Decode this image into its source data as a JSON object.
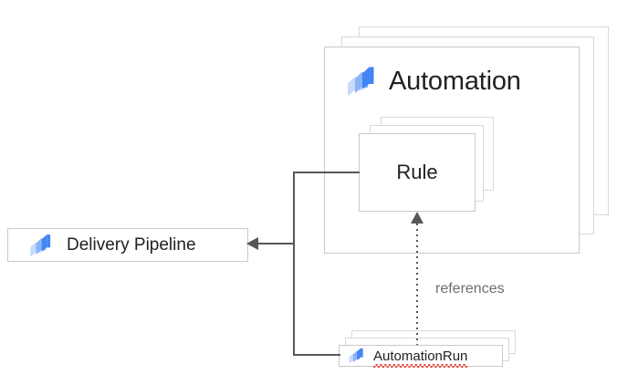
{
  "diagram": {
    "type": "architecture-relationship-diagram",
    "nodes": {
      "automation": {
        "title": "Automation",
        "icon": "cloud-deploy-icon",
        "stack_count": 3
      },
      "rule": {
        "title": "Rule",
        "stack_count": 3
      },
      "delivery_pipeline": {
        "title": "Delivery Pipeline",
        "icon": "cloud-deploy-icon",
        "stack_count": 1
      },
      "automation_run": {
        "title": "AutomationRun",
        "icon": "cloud-deploy-icon",
        "stack_count": 3,
        "spellcheck_flagged": true
      }
    },
    "edges": [
      {
        "from": "rule",
        "to": "delivery_pipeline",
        "label": "",
        "style": "solid",
        "arrow": "left"
      },
      {
        "from": "automation_run",
        "to": "rule",
        "label": "references",
        "style": "dotted",
        "arrow": "up"
      }
    ],
    "labels": {
      "references": "references"
    },
    "colors": {
      "icon_light": "#c6dafc",
      "icon_mid": "#8ab4f8",
      "icon_dark": "#4285f4",
      "text": "#202124",
      "muted_text": "#6b6e70",
      "card_border": "#c9c9c9",
      "connector": "#555759",
      "spellcheck": "#ea4335",
      "background": "#ffffff"
    }
  }
}
